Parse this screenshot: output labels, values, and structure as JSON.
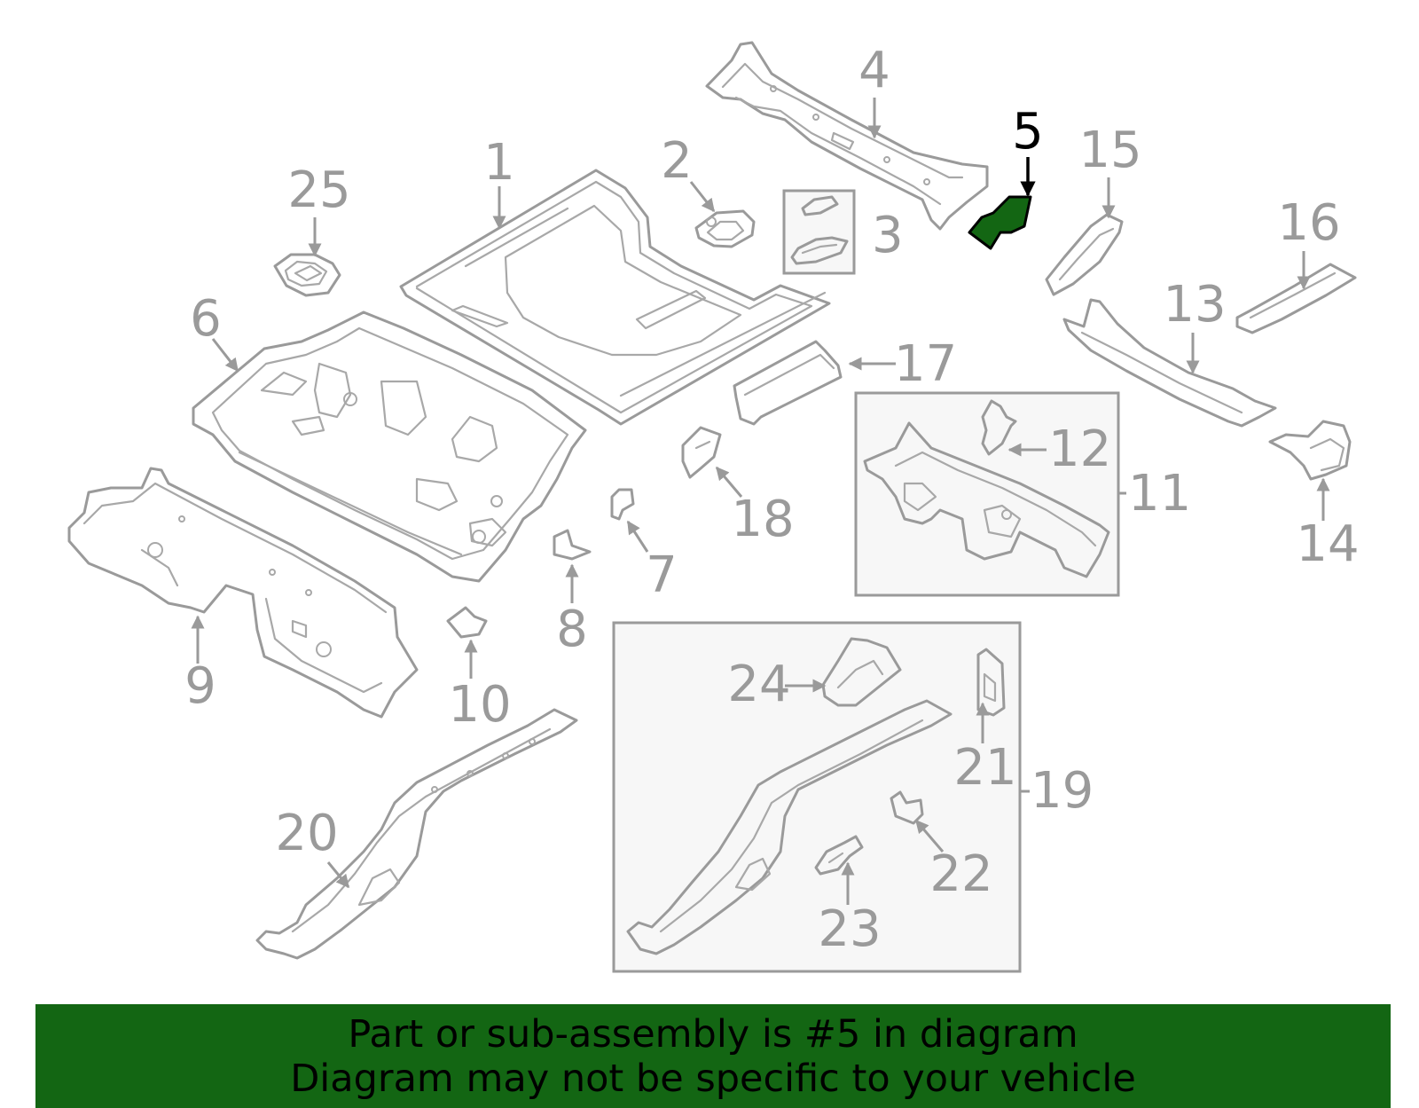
{
  "diagram": {
    "highlight_color": "#136613",
    "highlighted_part": "5",
    "labels": {
      "l1": "1",
      "l2": "2",
      "l3": "3",
      "l4": "4",
      "l5": "5",
      "l6": "6",
      "l7": "7",
      "l8": "8",
      "l9": "9",
      "l10": "10",
      "l11": "11",
      "l12": "12",
      "l13": "13",
      "l14": "14",
      "l15": "15",
      "l16": "16",
      "l17": "17",
      "l18": "18",
      "l19": "19",
      "l20": "20",
      "l21": "21",
      "l22": "22",
      "l23": "23",
      "l24": "24",
      "l25": "25"
    }
  },
  "banner": {
    "background_color": "#136613",
    "line1": "Part or sub-assembly is #5 in diagram",
    "line2": "Diagram may not be specific to your vehicle"
  }
}
